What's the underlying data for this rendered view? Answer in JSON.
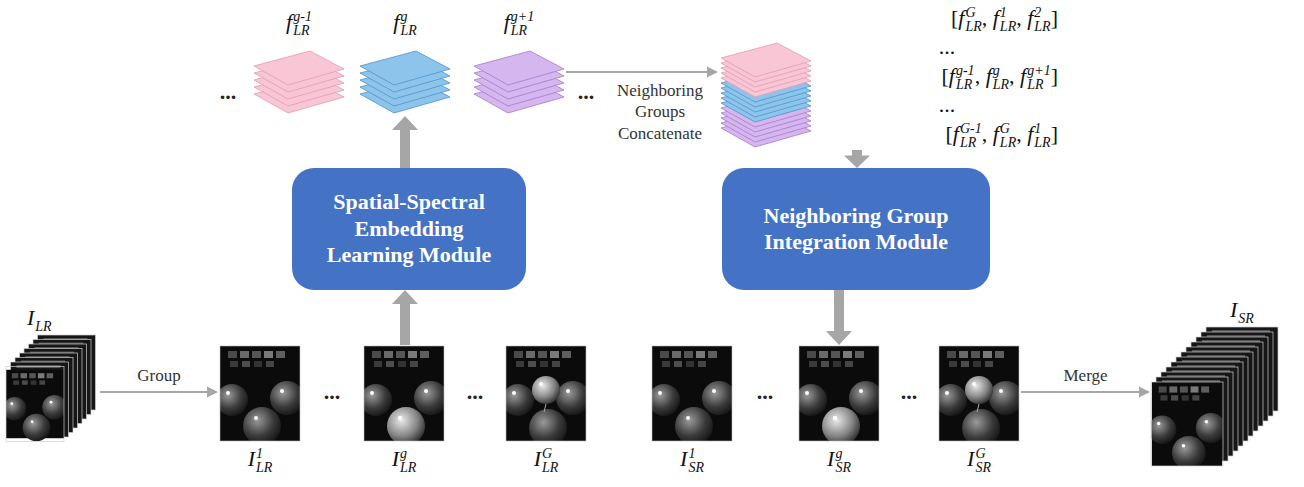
{
  "diagram": {
    "nodes": [
      {
        "text": [
          "I_LR"
        ]
      },
      {
        "text": [
          "I_LR^1"
        ]
      },
      {
        "text": [
          "I_LR^g"
        ]
      },
      {
        "text": [
          "I_LR^G"
        ]
      },
      {
        "text": [
          "Spatial-Spectral Embedding Learning Module"
        ]
      },
      {
        "text": [
          "f_LR^g-1"
        ]
      },
      {
        "text": [
          "f_LR^g"
        ]
      },
      {
        "text": [
          "f_LR^g+1"
        ]
      },
      {
        "text": [
          "[f_LR^G, f_LR^1, f_LR^2]",
          "...",
          "[f_LR^g-1, f_LR^g, f_LR^g+1]",
          "...",
          "[f_LR^G-1, f_LR^G, f_LR^1]"
        ]
      },
      {
        "text": [
          "Neighboring Group Integration Module"
        ]
      },
      {
        "text": [
          "I_SR^1"
        ]
      },
      {
        "text": [
          "I_SR^g"
        ]
      },
      {
        "text": [
          "I_SR^G"
        ]
      },
      {
        "text": [
          "I_SR"
        ]
      }
    ],
    "edges": [
      {
        "from": 0,
        "to": 1,
        "arrow": "to",
        "label": "Group"
      },
      {
        "from": 2,
        "to": 4,
        "arrow": "to"
      },
      {
        "from": 4,
        "to": 6,
        "arrow": "to"
      },
      {
        "from": 7,
        "to": 8,
        "arrow": "to",
        "label": "Neighboring Groups Concatenate"
      },
      {
        "from": 8,
        "to": 9,
        "arrow": "to"
      },
      {
        "from": 9,
        "to": 11,
        "arrow": "to"
      },
      {
        "from": 12,
        "to": 13,
        "arrow": "to",
        "label": "Merge"
      }
    ],
    "labels": [
      "...",
      "...",
      "...",
      "...",
      "...",
      "..."
    ]
  }
}
